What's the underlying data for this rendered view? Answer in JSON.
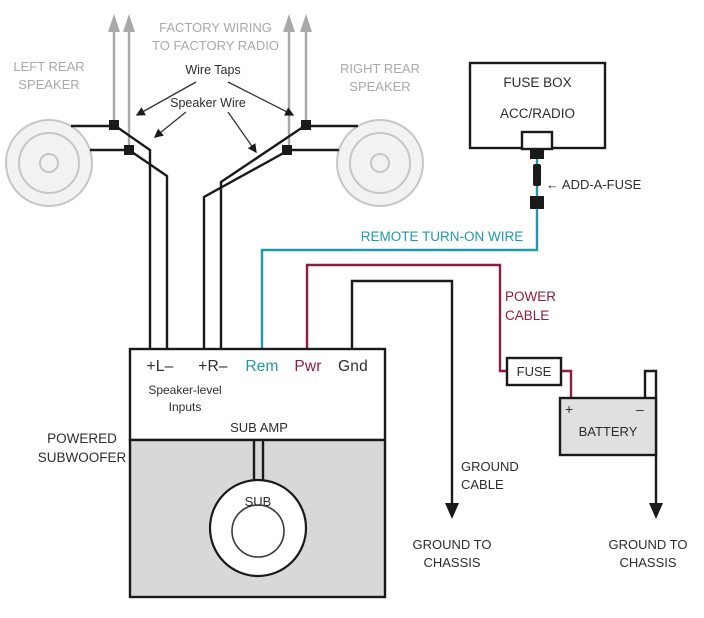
{
  "colors": {
    "teal": "#1e99ae",
    "maroon": "#8e1d3e",
    "gray": "#a9a9a9",
    "ink": "#1a1a1a",
    "panel_gray": "#d8d8d8",
    "battery_gray": "#e0e0e0",
    "speaker_ring": "#c6c6c6",
    "speaker_fill": "#f2f2f2"
  },
  "annotations": {
    "factory_wiring": "FACTORY WIRING\nTO FACTORY RADIO",
    "wire_taps": "Wire Taps",
    "speaker_wire": "Speaker Wire",
    "left_speaker": "LEFT REAR\nSPEAKER",
    "right_speaker": "RIGHT REAR\nSPEAKER",
    "add_a_fuse": "← ADD-A-FUSE",
    "remote_wire": "REMOTE TURN-ON WIRE",
    "power_cable": "POWER\nCABLE",
    "ground_cable": "GROUND\nCABLE",
    "ground_chassis_left": "GROUND TO\nCHASSIS",
    "ground_chassis_right": "GROUND TO\nCHASSIS"
  },
  "fuse_box": {
    "title": "FUSE BOX",
    "slot": "ACC/RADIO"
  },
  "amp": {
    "terminals": [
      {
        "label": "+L–"
      },
      {
        "label": "+R–"
      },
      {
        "label": "Rem"
      },
      {
        "label": "Pwr"
      },
      {
        "label": "Gnd"
      }
    ],
    "inputs": "Speaker-level\nInputs",
    "name": "SUB AMP",
    "powered_subwoofer": "POWERED\nSUBWOOFER",
    "sub": "SUB"
  },
  "fuse": {
    "label": "FUSE"
  },
  "battery": {
    "name": "BATTERY",
    "positive": "+",
    "negative": "–"
  }
}
